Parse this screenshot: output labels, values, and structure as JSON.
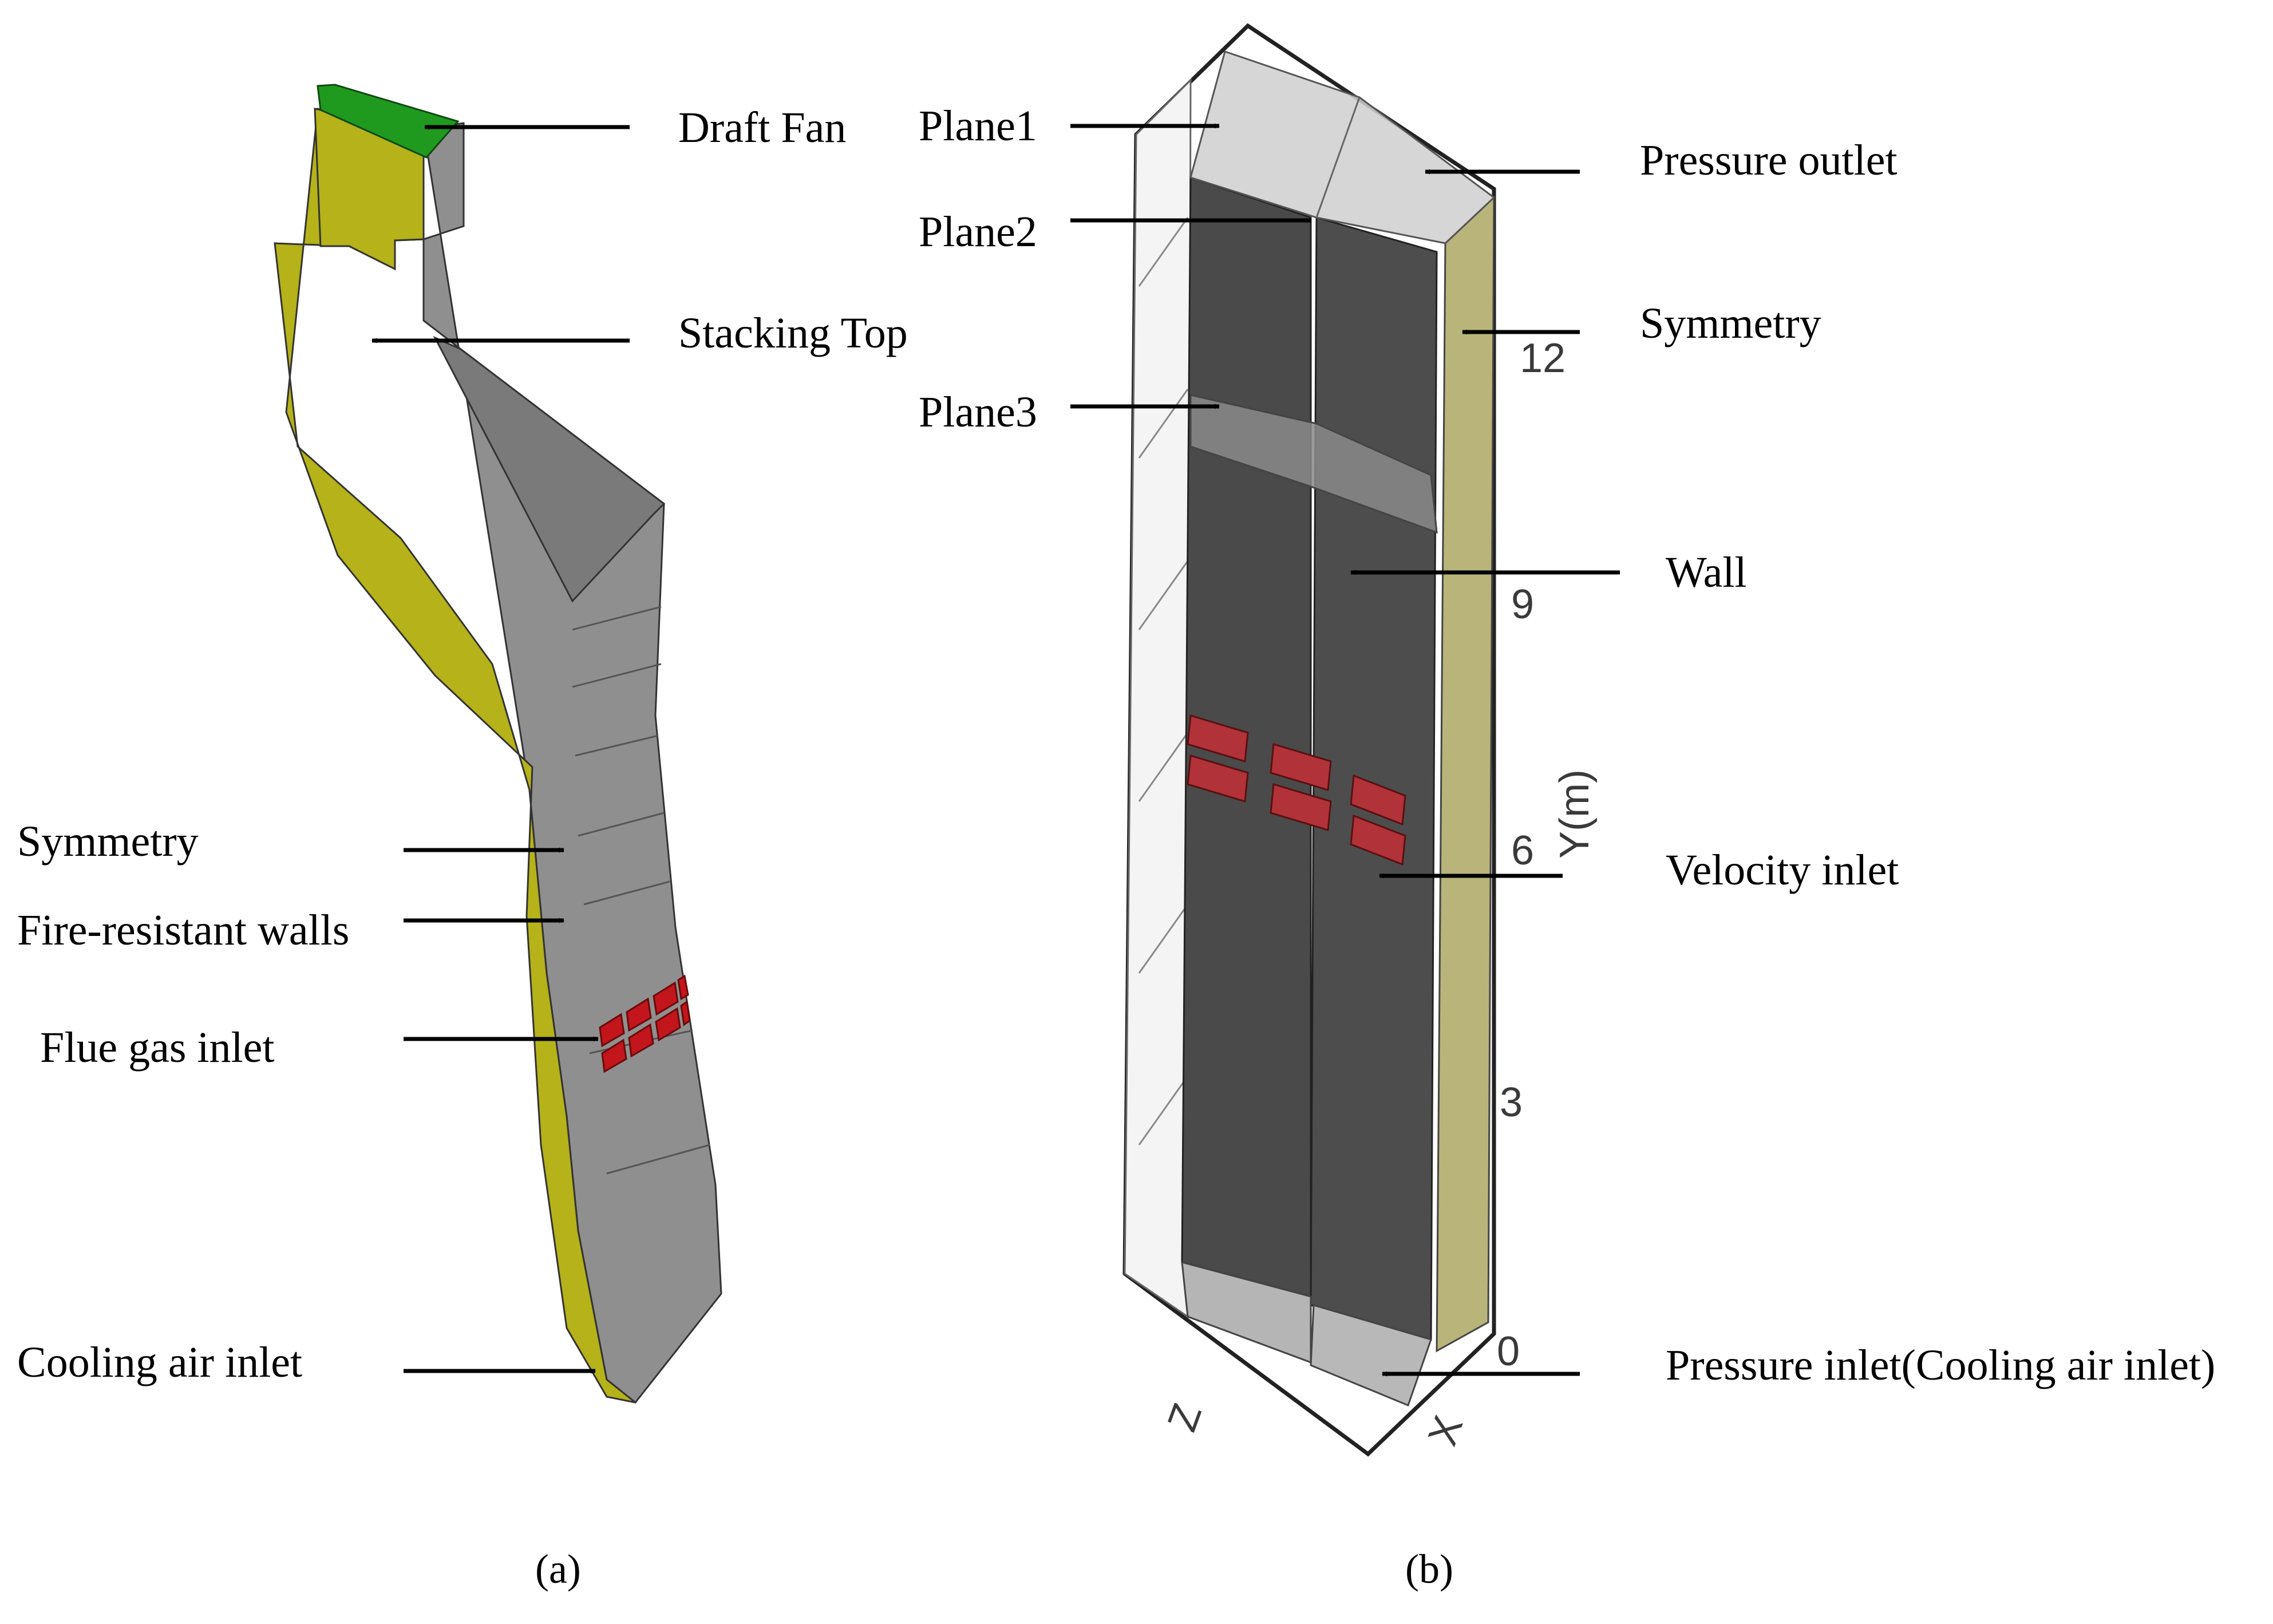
{
  "panel_a": {
    "labels": {
      "draft_fan": "Draft Fan",
      "stacking_top": "Stacking Top",
      "symmetry": "Symmetry",
      "fire_walls": "Fire-resistant walls",
      "flue_gas_inlet": "Flue gas inlet",
      "cooling_air_inlet": "Cooling air inlet"
    },
    "caption": "(a)"
  },
  "panel_b": {
    "labels": {
      "plane1": "Plane1",
      "plane2": "Plane2",
      "plane3": "Plane3",
      "pressure_outlet": "Pressure outlet",
      "symmetry": "Symmetry",
      "wall": "Wall",
      "velocity_inlet": "Velocity inlet",
      "pressure_inlet": "Pressure inlet(Cooling air inlet)"
    },
    "axis": {
      "ticks": [
        "12",
        "9",
        "6",
        "3",
        "0"
      ],
      "y_label": "Y(m)",
      "z_label": "Z",
      "x_label": "X"
    },
    "caption": "(b)"
  },
  "colors": {
    "symmetry_face": "#b5b21a",
    "wall_face": "#8d8d8d",
    "draft_fan_face": "#1f9a1f",
    "inlet_red": "#c3161c",
    "dark_wall": "#4a4a4a",
    "outline": "#222222"
  }
}
